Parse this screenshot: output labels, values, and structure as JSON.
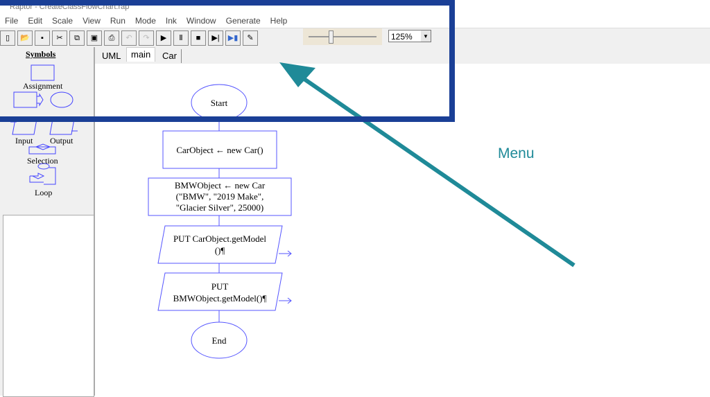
{
  "window": {
    "title": "Raptor - CreateClassFlowChart.rap"
  },
  "menu": [
    "File",
    "Edit",
    "Scale",
    "View",
    "Run",
    "Mode",
    "Ink",
    "Window",
    "Generate",
    "Help"
  ],
  "toolbar": {
    "icons": [
      "new-icon",
      "open-icon",
      "save-icon",
      "cut-icon",
      "copy-icon",
      "paste-icon",
      "print-icon",
      "undo-icon",
      "redo-icon",
      "play-icon",
      "pause-icon",
      "stop-icon",
      "step-icon",
      "step-into-icon",
      "pen-icon"
    ],
    "zoom": "125%",
    "speed_slider": 0.3
  },
  "symbols": {
    "title": "Symbols",
    "assignment": "Assignment",
    "input": "Input",
    "output": "Output",
    "selection": "Selection",
    "loop": "Loop"
  },
  "tabs": [
    "UML",
    "main",
    "Car"
  ],
  "flowchart": {
    "start": "Start",
    "step1": "CarObject ← new Car()",
    "step2": [
      "BMWObject ← new Car",
      "(\"BMW\", \"2019 Make\",",
      "\"Glacier Silver\", 25000)"
    ],
    "step3": [
      "PUT CarObject.getModel",
      "()¶"
    ],
    "step4": [
      "PUT",
      "BMWObject.getModel()¶"
    ],
    "end": "End"
  },
  "annotation": {
    "label": "Menu",
    "color": "#1f8a98",
    "frame_color": "#1a3f96"
  }
}
